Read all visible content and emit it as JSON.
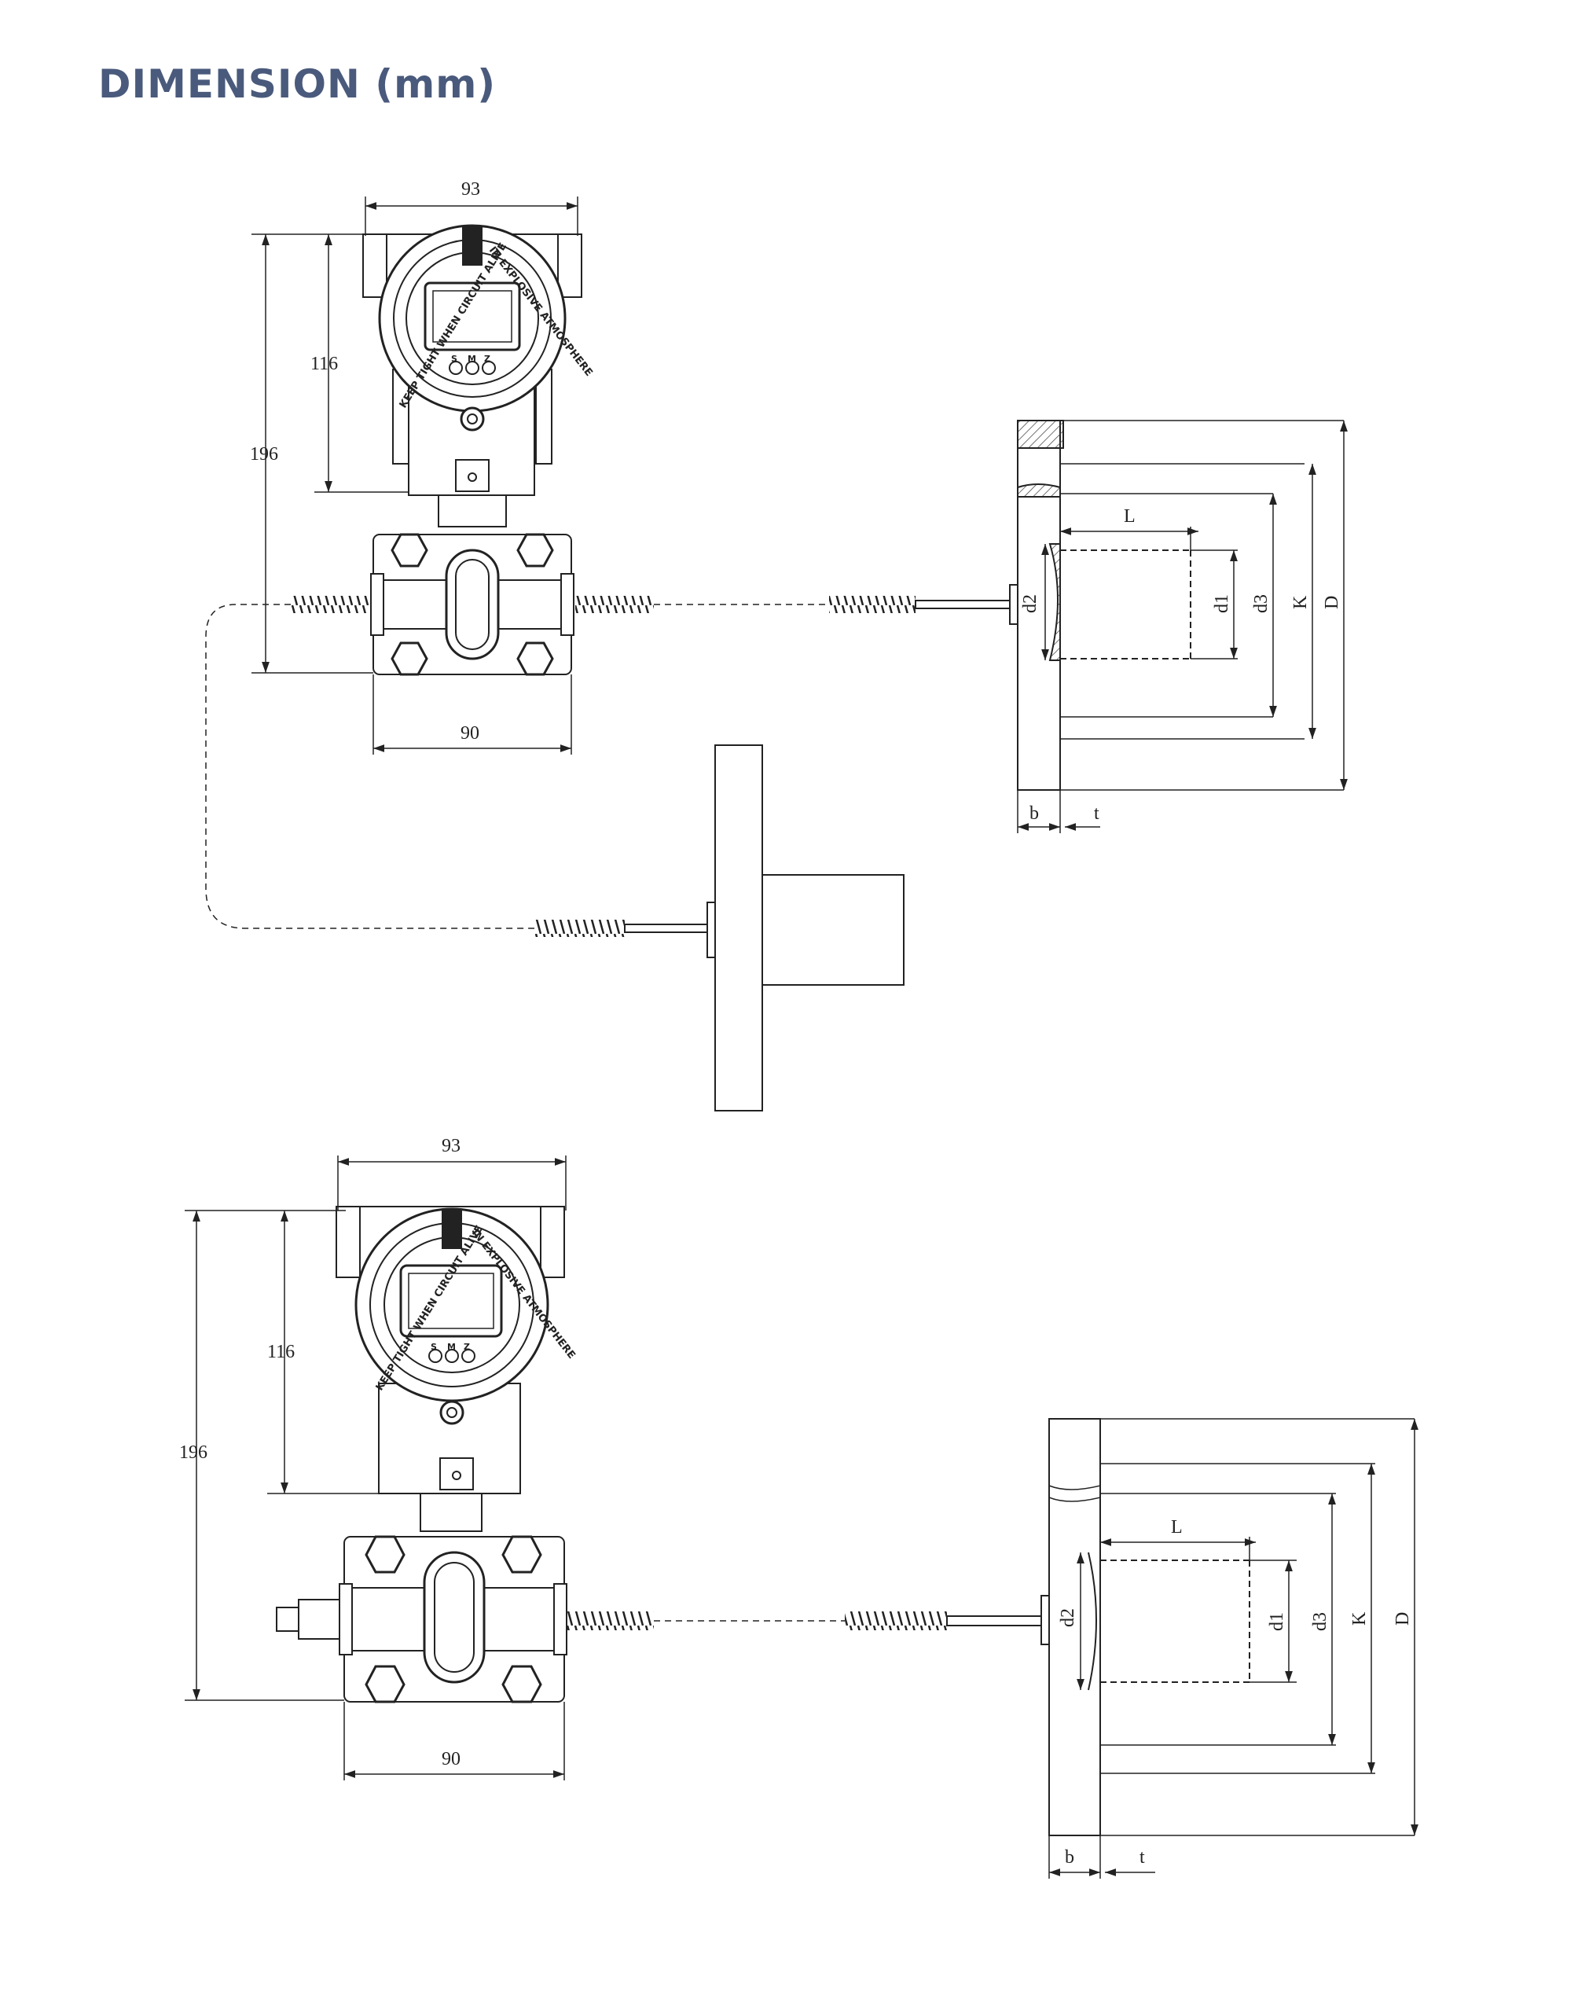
{
  "page": {
    "title": "DIMENSION (mm)"
  },
  "top_view": {
    "housing_width": "93",
    "housing_height": "116",
    "total_height": "196",
    "flange_width": "90",
    "ring_text_left": "KEEP TIGHT WHEN CIRCUIT ALIVE",
    "ring_text_right": "IN EXPLOSIVE ATMOSPHERE",
    "buttons": [
      "S",
      "M",
      "Z"
    ],
    "flange_labels": {
      "L": "L",
      "d1": "d1",
      "d2": "d2",
      "d3": "d3",
      "K": "K",
      "D": "D",
      "b": "b",
      "t": "t"
    }
  },
  "bottom_view": {
    "housing_width": "93",
    "housing_height": "116",
    "total_height": "196",
    "flange_width": "90",
    "ring_text_left": "KEEP TIGHT WHEN CIRCUIT ALIVE",
    "ring_text_right": "IN EXPLOSIVE ATMOSPHERE",
    "buttons": [
      "S",
      "M",
      "Z"
    ],
    "flange_labels": {
      "L": "L",
      "d1": "d1",
      "d2": "d2",
      "d3": "d3",
      "K": "K",
      "D": "D",
      "b": "b",
      "t": "t"
    }
  }
}
